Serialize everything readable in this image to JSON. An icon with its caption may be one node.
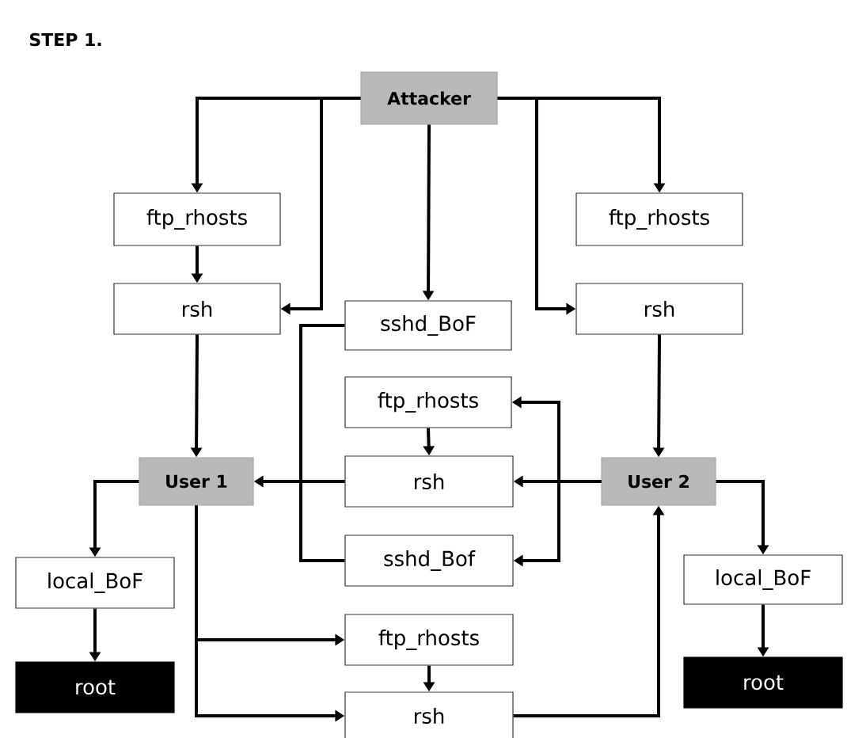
{
  "diagram": {
    "title": "STEP 1.",
    "nodes": [
      {
        "text": [
          "Attacker"
        ]
      },
      {
        "text": [
          "ftp_rhosts"
        ]
      },
      {
        "text": [
          "ftp_rhosts"
        ]
      },
      {
        "text": [
          "rsh"
        ]
      },
      {
        "text": [
          "sshd_BoF"
        ]
      },
      {
        "text": [
          "rsh"
        ]
      },
      {
        "text": [
          "ftp_rhosts"
        ]
      },
      {
        "text": [
          "User 1"
        ]
      },
      {
        "text": [
          "rsh"
        ]
      },
      {
        "text": [
          "User 2"
        ]
      },
      {
        "text": [
          "sshd_Bof"
        ]
      },
      {
        "text": [
          "local_BoF"
        ]
      },
      {
        "text": [
          "local_BoF"
        ]
      },
      {
        "text": [
          "ftp_rhosts"
        ]
      },
      {
        "text": [
          "root"
        ]
      },
      {
        "text": [
          "rsh"
        ]
      },
      {
        "text": [
          "root"
        ]
      }
    ],
    "edges": [
      {
        "from": 0,
        "to": 1,
        "arrow": "to"
      },
      {
        "from": 0,
        "to": 3,
        "arrow": "to"
      },
      {
        "from": 0,
        "to": 4,
        "arrow": "to"
      },
      {
        "from": 0,
        "to": 2,
        "arrow": "to"
      },
      {
        "from": 0,
        "to": 5,
        "arrow": "to"
      },
      {
        "from": 1,
        "to": 3,
        "arrow": "to"
      },
      {
        "from": 3,
        "to": 7,
        "arrow": "to"
      },
      {
        "from": 5,
        "to": 9,
        "arrow": "to"
      },
      {
        "from": 4,
        "to": 10,
        "arrow": "none"
      },
      {
        "from": 6,
        "to": 8,
        "arrow": "to"
      },
      {
        "from": 8,
        "to": 7,
        "arrow": "to"
      },
      {
        "from": 9,
        "to": 8,
        "arrow": "to"
      },
      {
        "from": 9,
        "to": 6,
        "arrow": "to"
      },
      {
        "from": 9,
        "to": 10,
        "arrow": "to"
      },
      {
        "from": 7,
        "to": 11,
        "arrow": "to"
      },
      {
        "from": 11,
        "to": 14,
        "arrow": "to"
      },
      {
        "from": 9,
        "to": 12,
        "arrow": "to"
      },
      {
        "from": 12,
        "to": 16,
        "arrow": "to"
      },
      {
        "from": 7,
        "to": 13,
        "arrow": "to"
      },
      {
        "from": 7,
        "to": 15,
        "arrow": "to"
      },
      {
        "from": 13,
        "to": 15,
        "arrow": "to"
      },
      {
        "from": 15,
        "to": 9,
        "arrow": "to"
      }
    ]
  }
}
